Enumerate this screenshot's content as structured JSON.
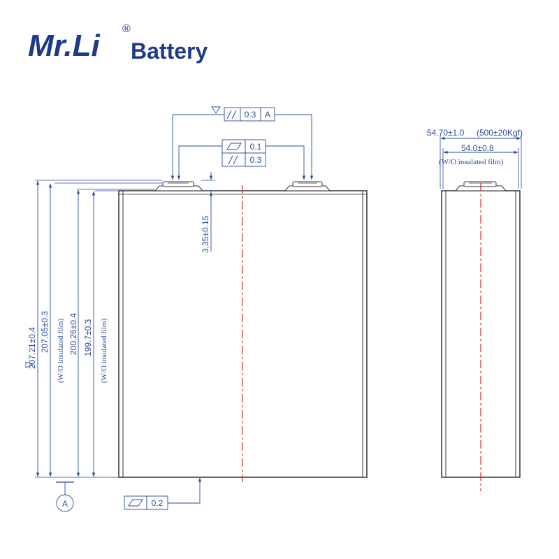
{
  "brand": {
    "name": "Mr.Li",
    "registered_mark": "®",
    "suffix": "Battery",
    "color": "#1e3a8a"
  },
  "colors": {
    "outline": "#333333",
    "dimension": "#2b4a9a",
    "centerline": "#d9262b"
  },
  "front_view": {
    "height_total": "207.21±0.4",
    "height_total_no_film": "207.05±0.3",
    "height_body": "200.26±0.4",
    "height_body_no_film": "199.7±0.3",
    "film_note": "(W/O insulated film)",
    "terminal_height": "3,35±0.15",
    "datum_label": "A",
    "fcf_terminal_parallelism": {
      "symbol": "//",
      "value": "0.3",
      "datum": "A"
    },
    "fcf_terminal_flatness": {
      "symbol": "flatness",
      "value": "0.1"
    },
    "fcf_terminal_parallelism_2": {
      "symbol": "//",
      "value": "0.3"
    },
    "fcf_bottom_flatness": {
      "symbol": "flatness",
      "value": "0.2"
    }
  },
  "side_view": {
    "thickness_compressed": "54.70±1.0",
    "compression_force": "(500±20Kgf)",
    "thickness_nominal": "54.0±0.8",
    "film_note": "(W/O insulated film)"
  }
}
